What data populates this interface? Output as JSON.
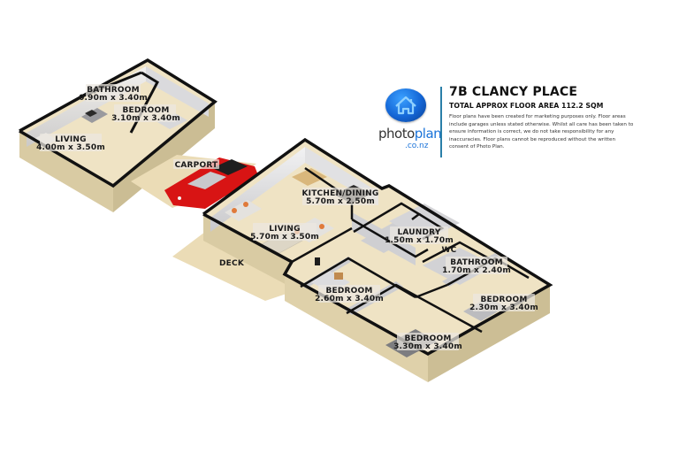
{
  "header": {
    "title": "7B CLANCY PLACE",
    "subtitle": "TOTAL APPROX FLOOR AREA 112.2 SQM",
    "disclaimer": "Floor plans have been created for marketing purposes only. Floor areas include garages unless stated otherwise. Whilst all care has been taken to ensure information is correct, we do not take responsibility for any inaccuracies. Floor plans cannot be reproduced without the written consent of Photo Plan."
  },
  "logo": {
    "icon": "house-icon",
    "word_part1": "photo",
    "word_part2": "plan",
    "domain": ".co.nz"
  },
  "colors": {
    "wall_top": "#111111",
    "floor": "#efe3c4",
    "exterior_wall": "#d9cba3",
    "interior_wall": "#d6d6d8",
    "car": "#d81414",
    "logo_blue": "#1a73d9",
    "divider": "#2a7fa8"
  },
  "rooms": {
    "unit_bathroom": {
      "name": "BATHROOM",
      "size": "0.90m x 3.40m"
    },
    "unit_bedroom": {
      "name": "BEDROOM",
      "size": "3.10m x 3.40m"
    },
    "unit_living": {
      "name": "LIVING",
      "size": "4.00m x 3.50m"
    },
    "carport": {
      "name": "CARPORT"
    },
    "kitchen_dining": {
      "name": "KITCHEN/DINING",
      "size": "5.70m x 2.50m"
    },
    "living": {
      "name": "LIVING",
      "size": "5.70m x 3.50m"
    },
    "laundry": {
      "name": "LAUNDRY",
      "size": "1.50m x 1.70m"
    },
    "wc": {
      "name": "WC"
    },
    "bathroom": {
      "name": "BATHROOM",
      "size": "1.70m x 2.40m"
    },
    "bedroom_1": {
      "name": "BEDROOM",
      "size": "2.60m x 3.40m"
    },
    "bedroom_2": {
      "name": "BEDROOM",
      "size": "2.30m x 3.40m"
    },
    "bedroom_3": {
      "name": "BEDROOM",
      "size": "3.30m x 3.40m"
    },
    "deck": {
      "name": "DECK"
    }
  }
}
